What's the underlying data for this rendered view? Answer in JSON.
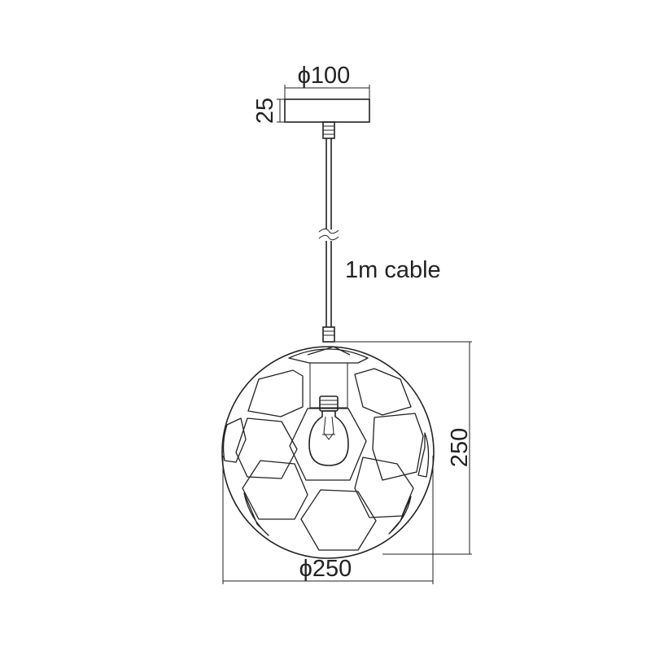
{
  "drawing": {
    "canopy_diameter_label": "ϕ100",
    "canopy_height_label": "25",
    "cable_label": "1m cable",
    "shade_height_label": "250",
    "shade_diameter_label": "ϕ250"
  },
  "colors": {
    "line": "#222222",
    "background": "#ffffff"
  }
}
